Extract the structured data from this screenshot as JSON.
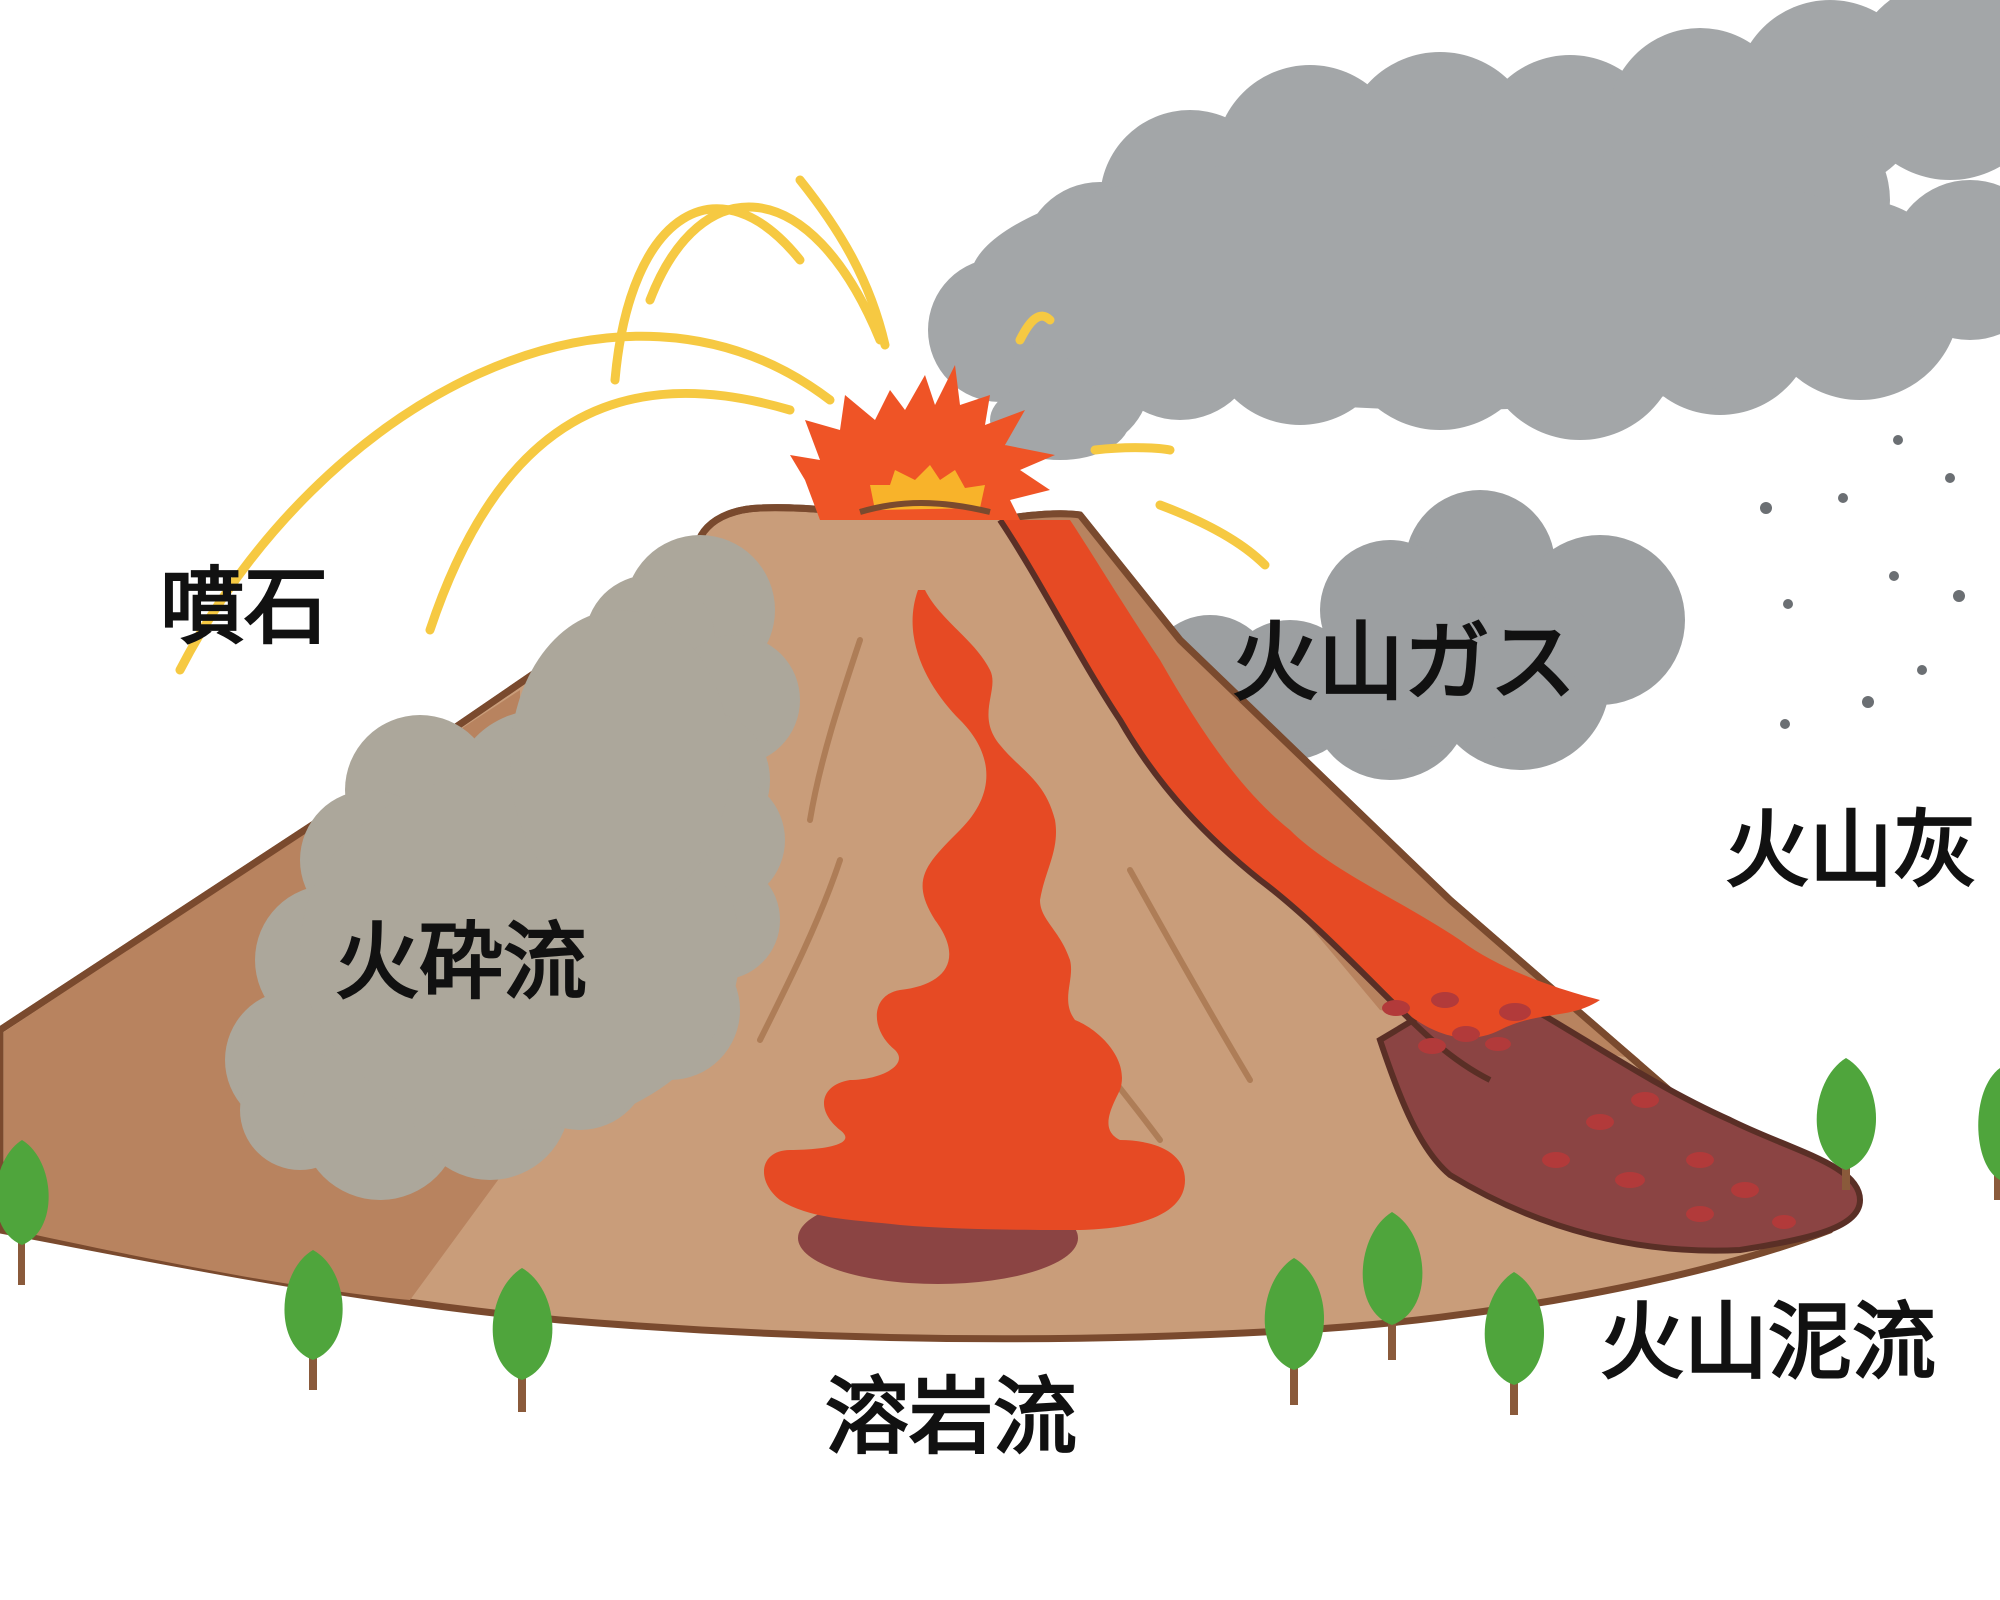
{
  "labels": {
    "ejecta": "噴石",
    "volcanic_gas": "火山ガス",
    "volcanic_ash": "火山灰",
    "pyroclastic_flow": "火砕流",
    "lava_flow": "溶岩流",
    "lahar": "火山泥流"
  },
  "colors": {
    "background": "#ffffff",
    "mountain": "#c99d7a",
    "mountain_shadow": "#b8835f",
    "outline": "#7a4a2e",
    "lava": "#e64a24",
    "lava_crust": "#8b4443",
    "ejecta_arc": "#f6c942",
    "explosion_outer": "#ef5426",
    "explosion_inner": "#f8b32a",
    "ash_cloud": "#a3a6a8",
    "gas_cloud": "#9c9fa1",
    "pyroclastic_cloud": "#aca79b",
    "tree_foliage": "#4fa53c",
    "tree_trunk": "#8a5a3b",
    "ash_dots": "#6b6f73"
  }
}
